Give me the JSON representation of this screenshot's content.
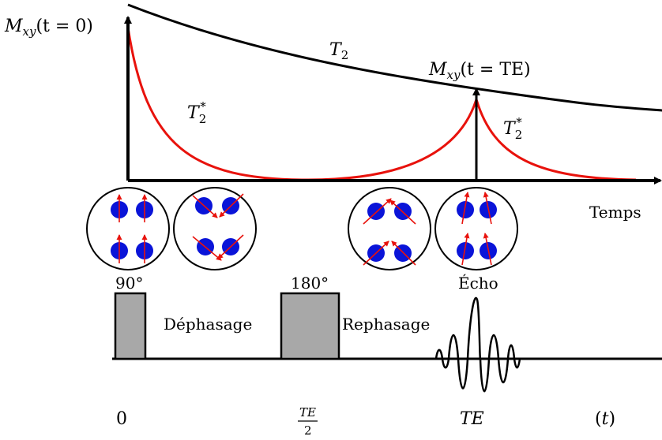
{
  "diagram": {
    "labels": {
      "mxy0_main": "M",
      "mxy0_sub": "xy",
      "mxy0_arg": "(t = 0)",
      "t2_main": "T",
      "t2_sub": "2",
      "t2star_left_main": "T",
      "t2star_left_sub": "2",
      "t2star_left_sup": "*",
      "mxyte_main": "M",
      "mxyte_sub": "xy",
      "mxyte_arg": "(t = TE)",
      "t2star_right_main": "T",
      "t2star_right_sub": "2",
      "t2star_right_sup": "*",
      "time_axis": "Temps"
    },
    "pulses": {
      "p90": "90°",
      "p180": "180°",
      "echo": "Écho",
      "dephasing": "Déphasage",
      "rephasing": "Rephasage"
    },
    "time_ticks": {
      "zero": "0",
      "te_half_num": "TE",
      "te_half_den": "2",
      "te": "TE",
      "t": "(t)"
    },
    "colors": {
      "curve_t2": "#000000",
      "curve_t2star": "#e8120c",
      "spin_dot": "#0a14d8",
      "spin_arrow": "#e8120c",
      "pulse_fill": "#a8a8a8"
    }
  }
}
